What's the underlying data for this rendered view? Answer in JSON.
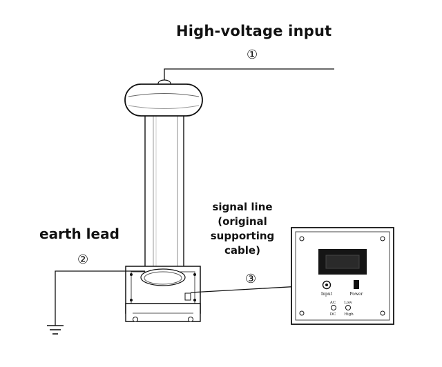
{
  "labels": {
    "high_voltage_input": "High-voltage input",
    "earth_lead": "earth lead",
    "signal_line": "signal line (original supporting cable)"
  },
  "callouts": {
    "one": "①",
    "two": "②",
    "three": "③"
  },
  "meter": {
    "input_label": "Input",
    "power_label": "Power",
    "ac_label": "AC",
    "dc_label": "DC",
    "low_label": "Low",
    "high_label": "High"
  },
  "colors": {
    "line": "#111111",
    "display": "#151515",
    "panel_fill": "#ffffff"
  }
}
